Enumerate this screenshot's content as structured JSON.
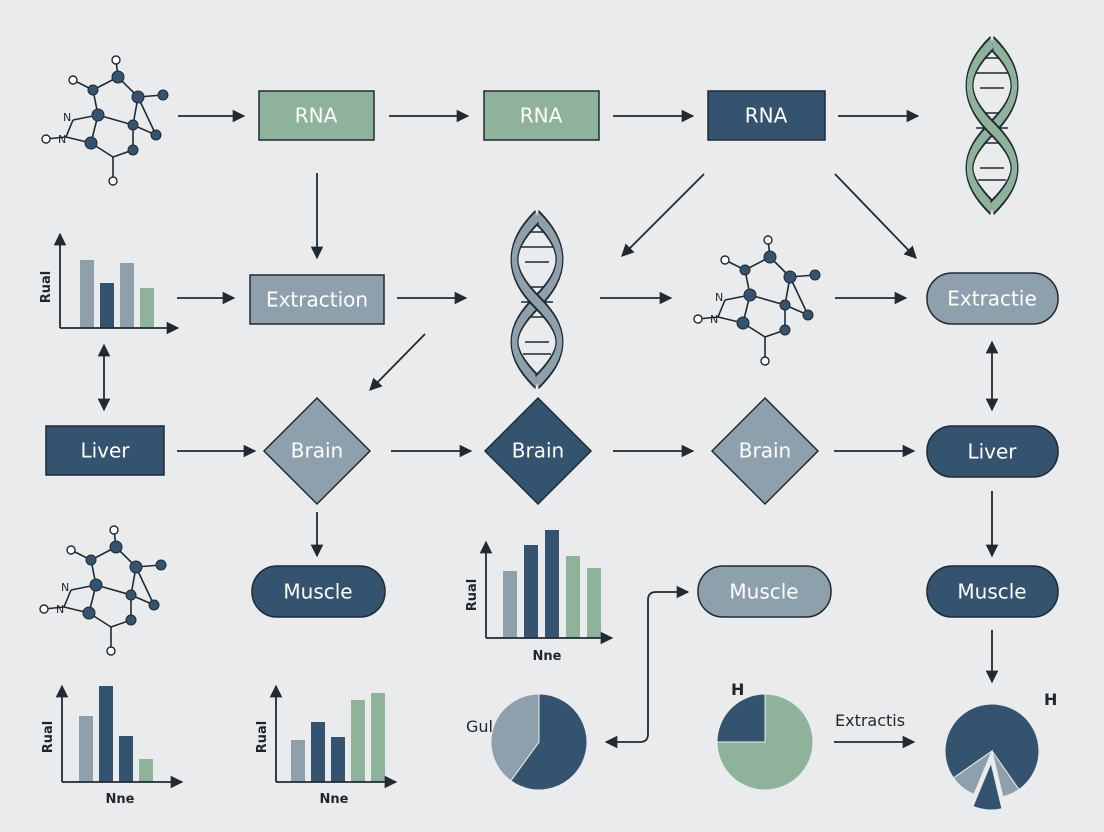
{
  "colors": {
    "background": "#e9ebec",
    "green": "#8eb39a",
    "navy": "#34536f",
    "gray_blue": "#8fa0ad",
    "dark": "#1f2a33",
    "light_text": "#ffffff"
  },
  "nodes": {
    "rna_1": "RNA",
    "rna_2": "RNA",
    "rna_3": "RNA",
    "extraction": "Extraction",
    "extractie": "Extractie",
    "liver_left": "Liver",
    "brain_1": "Brain",
    "brain_2": "Brain",
    "brain_3": "Brain",
    "liver_right": "Liver",
    "muscle_left": "Muscle",
    "muscle_mid": "Muscle",
    "muscle_right": "Muscle"
  },
  "labels": {
    "gul": "Gul",
    "h_pie_mid": "H",
    "extractis": "Extractis",
    "h_pie_right": "H"
  },
  "chart_data": [
    {
      "type": "bar",
      "ylabel": "Rual",
      "xlabel": "",
      "series": [
        {
          "values": [
            68,
            45,
            65,
            40
          ]
        }
      ],
      "colors": [
        "#8fa0ad",
        "#34536f",
        "#8fa0ad",
        "#8eb39a"
      ]
    },
    {
      "type": "bar",
      "ylabel": "Rual",
      "xlabel": "Nne",
      "series": [
        {
          "values": [
            67,
            93,
            108,
            82,
            70
          ]
        }
      ],
      "colors": [
        "#8fa0ad",
        "#34536f",
        "#34536f",
        "#8eb39a",
        "#8eb39a"
      ]
    },
    {
      "type": "bar",
      "ylabel": "Rual",
      "xlabel": "Nne",
      "series": [
        {
          "values": [
            66,
            96,
            46,
            23
          ]
        }
      ],
      "colors": [
        "#8fa0ad",
        "#34536f",
        "#34536f",
        "#8eb39a"
      ]
    },
    {
      "type": "bar",
      "ylabel": "Rual",
      "xlabel": "Nne",
      "series": [
        {
          "values": [
            42,
            60,
            45,
            82,
            89
          ]
        }
      ],
      "colors": [
        "#8fa0ad",
        "#34536f",
        "#34536f",
        "#8eb39a",
        "#8eb39a"
      ]
    },
    {
      "type": "pie",
      "slices": [
        {
          "value": 60
        },
        {
          "value": 40
        }
      ],
      "colors": [
        "#34536f",
        "#8fa0ad"
      ]
    },
    {
      "type": "pie",
      "slices": [
        {
          "value": 25
        },
        {
          "value": 75
        }
      ],
      "colors": [
        "#34536f",
        "#8eb39a"
      ]
    },
    {
      "type": "pie",
      "slices": [
        {
          "value": 75
        },
        {
          "value": 6
        },
        {
          "value": 10
        },
        {
          "value": 9
        }
      ],
      "colors": [
        "#34536f",
        "#8fa0ad",
        "#34536f",
        "#8fa0ad"
      ]
    }
  ]
}
